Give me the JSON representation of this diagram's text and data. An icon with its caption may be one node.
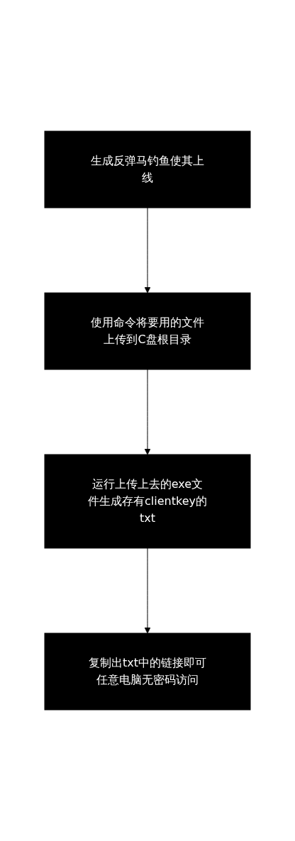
{
  "diagram": {
    "nodes": [
      {
        "text": [
          "生成反弹马钓鱼使其上线"
        ]
      },
      {
        "text": [
          "使用命令将要用的文件上传到C盘根目录"
        ]
      },
      {
        "text": [
          "运行上传上去的exe文件生成存有clientkey的txt"
        ]
      },
      {
        "text": [
          "复制出txt中的链接即可任意电脑无密码访问"
        ]
      }
    ],
    "edges": [
      {
        "from": 0,
        "to": 1,
        "arrow": "to"
      },
      {
        "from": 1,
        "to": 2,
        "arrow": "to"
      },
      {
        "from": 2,
        "to": 3,
        "arrow": "to"
      }
    ]
  }
}
